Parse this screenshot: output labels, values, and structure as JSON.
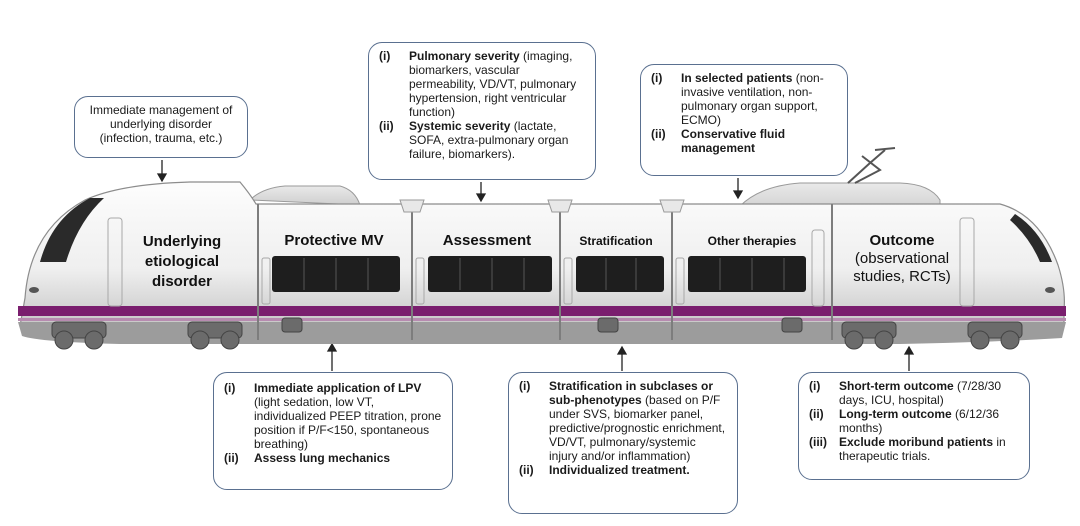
{
  "cars": {
    "car1": [
      "Underlying",
      "etiological",
      "disorder"
    ],
    "car2": "Protective MV",
    "car3": "Assessment",
    "car4": "Stratification",
    "car5": "Other therapies",
    "car6": [
      "Outcome",
      "(observational",
      "studies, RCTs)"
    ]
  },
  "boxes": {
    "underlying": "Immediate management of underlying disorder (infection, trauma, etc.)",
    "assessment": [
      {
        "num": "(i)",
        "bold": "Pulmonary severity",
        "text": " (imaging, biomarkers, vascular permeability, VD/VT, pulmonary hypertension, right ventricular function)"
      },
      {
        "num": "(ii)",
        "bold": "Systemic severity",
        "text": " (lactate, SOFA, extra-pulmonary organ failure, biomarkers)."
      }
    ],
    "other": [
      {
        "num": "(i)",
        "bold": "In selected patients",
        "text": " (non-invasive ventilation, non-pulmonary organ support, ECMO)"
      },
      {
        "num": "(ii)",
        "bold": "Conservative fluid management",
        "text": ""
      }
    ],
    "protective": [
      {
        "num": "(i)",
        "bold": "Immediate application of LPV",
        "text": " (light sedation, low VT, individualized PEEP titration, prone position if P/F<150, spontaneous breathing)"
      },
      {
        "num": "(ii)",
        "bold": "Assess lung mechanics",
        "text": ""
      }
    ],
    "stratification": [
      {
        "num": "(i)",
        "bold": "Stratification in subclases or sub-phenotypes",
        "text": " (based on P/F under SVS, biomarker panel, predictive/prognostic enrichment, VD/VT, pulmonary/systemic injury and/or inflammation)"
      },
      {
        "num": "(ii)",
        "bold": "Individualized treatment.",
        "text": ""
      }
    ],
    "outcome": [
      {
        "num": "(i)",
        "bold": "Short-term outcome",
        "text": " (7/28/30 days, ICU, hospital)"
      },
      {
        "num": "(ii)",
        "bold": "Long-term outcome",
        "text": " (6/12/36 months)"
      },
      {
        "num": "(iii)",
        "bold": "Exclude moribund patients",
        "text": " in therapeutic trials."
      }
    ]
  },
  "colors": {
    "stripe": "#7a1e6e",
    "border": "#5a7090",
    "window": "#1e1e1e",
    "body": "#f2f2f2"
  }
}
